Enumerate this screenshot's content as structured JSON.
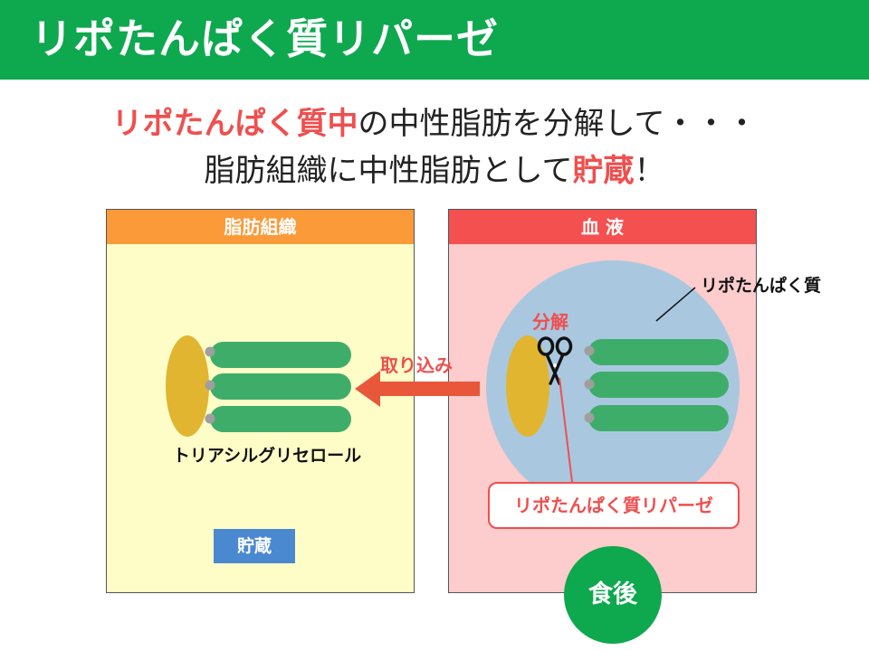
{
  "header": {
    "title": "リポたんぱく質リパーゼ"
  },
  "subtitle": {
    "line1_highlight": "リポたんぱく質中",
    "line1_text": "の中性脂肪を分解して・・・",
    "line2_text": "脂肪組織に中性脂肪として",
    "line2_highlight": "貯蔵",
    "line2_end": "！"
  },
  "panels": {
    "adipose": {
      "title": "脂肪組織",
      "molecule_label": "トリアシルグリセロール",
      "stored_badge": "貯蔵"
    },
    "blood": {
      "title": "血 液",
      "lipoprotein_label": "リポたんぱく質",
      "decomposition_label": "分解",
      "enzyme_label": "リポたんぱく質リパーゼ",
      "after_meal_badge": "食後"
    }
  },
  "arrow": {
    "label": "取り込み"
  },
  "colors": {
    "header_green": "#0ea84f",
    "highlight_red": "#ef4f4f",
    "adipose_header": "#fb9a38",
    "adipose_bg": "#fefdc8",
    "blood_header": "#f55050",
    "blood_bg": "#fdcccc",
    "lipoprotein_blue": "#a9c8e0",
    "glycerol_gold": "#e1b530",
    "fatty_acid_green": "#3fad6a",
    "stored_badge_blue": "#4a88d0",
    "arrow_red": "#e8573a"
  }
}
